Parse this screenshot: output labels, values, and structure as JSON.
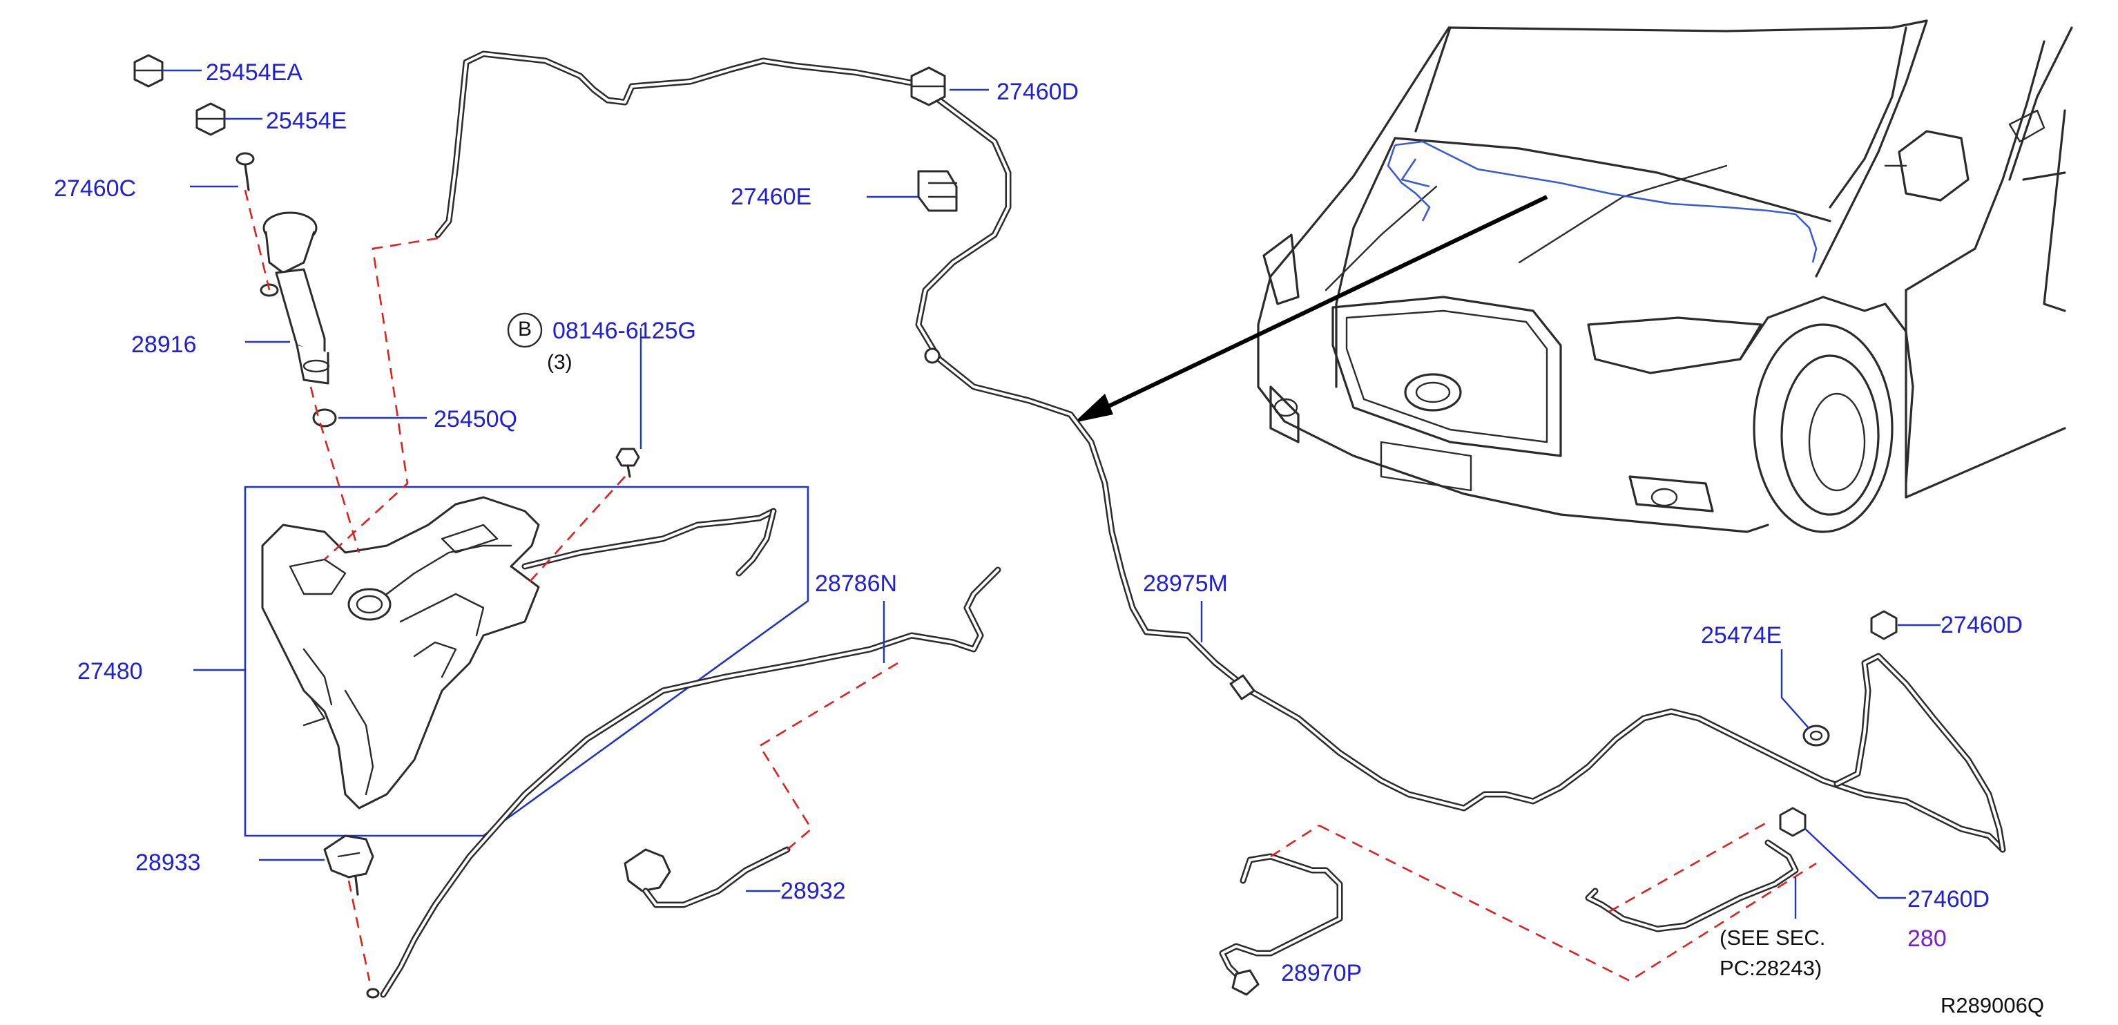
{
  "diagram": {
    "reference_code": "R289006Q",
    "callouts": [
      {
        "id": "25454EA",
        "text": "25454EA"
      },
      {
        "id": "25454E",
        "text": "25454E"
      },
      {
        "id": "27460C",
        "text": "27460C"
      },
      {
        "id": "28916",
        "text": "28916"
      },
      {
        "id": "25450Q",
        "text": "25450Q"
      },
      {
        "id": "27480",
        "text": "27480"
      },
      {
        "id": "28933",
        "text": "28933"
      },
      {
        "id": "bolt",
        "text": "08146-6125G",
        "prefix_circle": "B",
        "qty": "(3)"
      },
      {
        "id": "27460D_top",
        "text": "27460D"
      },
      {
        "id": "27460E",
        "text": "27460E"
      },
      {
        "id": "28786N",
        "text": "28786N"
      },
      {
        "id": "28932",
        "text": "28932"
      },
      {
        "id": "28975M",
        "text": "28975M"
      },
      {
        "id": "25474E",
        "text": "25474E"
      },
      {
        "id": "27460D_right",
        "text": "27460D"
      },
      {
        "id": "27460D_bottom",
        "text": "27460D"
      },
      {
        "id": "28970P",
        "text": "28970P"
      }
    ],
    "note": {
      "line1": "(SEE  SEC.",
      "line2": "PC:28243)",
      "code": "280"
    },
    "colors": {
      "label": "#1f1fd6",
      "leader": "#1f33cc",
      "dashed": "#e0201e",
      "line": "#2b2b2b",
      "note_code": "#7a1fcf"
    }
  }
}
